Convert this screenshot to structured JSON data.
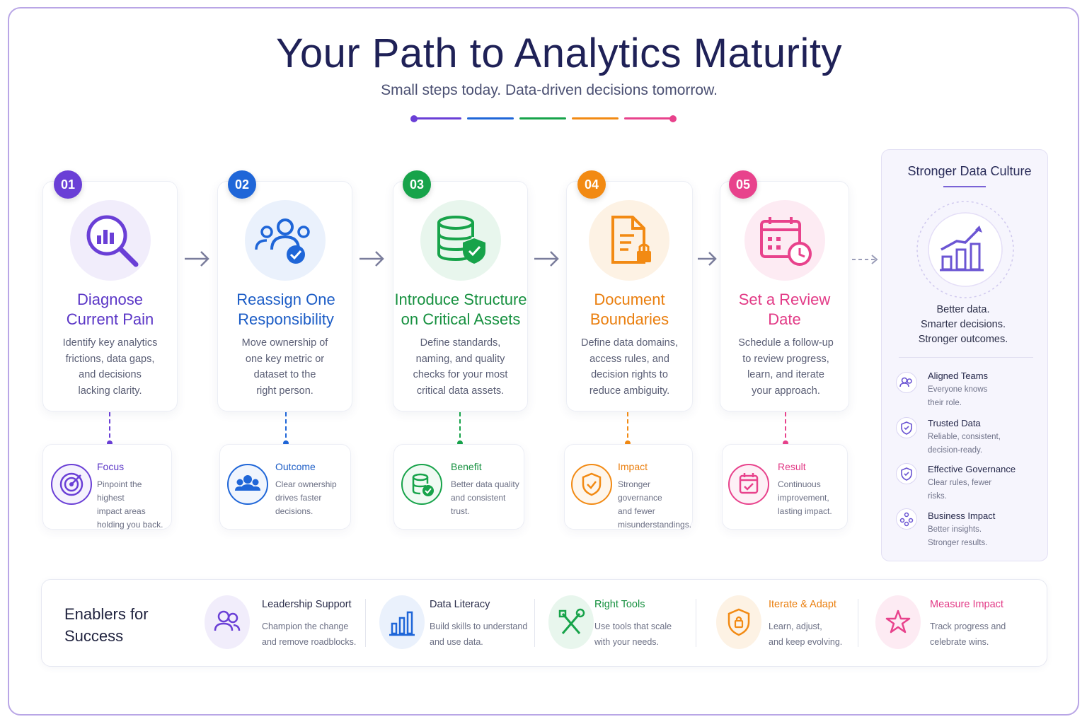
{
  "header": {
    "title": "Your Path to Analytics Maturity",
    "subtitle": "Small steps today. Data-driven decisions tomorrow."
  },
  "colors": {
    "step1": "#6a3fd6",
    "step2": "#1f66d8",
    "step3": "#17a34a",
    "step4": "#f28a13",
    "step5": "#e8428c",
    "culture": "#6b55d3"
  },
  "steps": [
    {
      "num": "01",
      "title_line1": "Diagnose",
      "title_line2": "Current Pain",
      "desc": [
        "Identify key analytics",
        "frictions, data gaps,",
        "and decisions",
        "lacking clarity."
      ],
      "icon": "magnifier-chart-icon",
      "sub": {
        "label": "Focus",
        "desc": [
          "Pinpoint the highest",
          "impact areas",
          "holding you back."
        ],
        "icon": "target-icon"
      }
    },
    {
      "num": "02",
      "title_line1": "Reassign One",
      "title_line2": "Responsibility",
      "desc": [
        "Move ownership of",
        "one key metric or",
        "dataset to the",
        "right person."
      ],
      "icon": "team-check-icon",
      "sub": {
        "label": "Outcome",
        "desc": [
          "Clear ownership",
          "drives faster",
          "decisions."
        ],
        "icon": "people-icon"
      }
    },
    {
      "num": "03",
      "title_line1": "Introduce Structure",
      "title_line2": "on Critical Assets",
      "desc": [
        "Define standards,",
        "naming, and quality",
        "checks for your most",
        "critical data assets."
      ],
      "icon": "database-shield-icon",
      "sub": {
        "label": "Benefit",
        "desc": [
          "Better data quality",
          "and consistent",
          "trust."
        ],
        "icon": "database-check-icon"
      }
    },
    {
      "num": "04",
      "title_line1": "Document",
      "title_line2": "Boundaries",
      "desc": [
        "Define data domains,",
        "access rules, and",
        "decision rights to",
        "reduce ambiguity."
      ],
      "icon": "document-lock-icon",
      "sub": {
        "label": "Impact",
        "desc": [
          "Stronger governance",
          "and fewer",
          "misunderstandings."
        ],
        "icon": "shield-check-icon"
      }
    },
    {
      "num": "05",
      "title_line1": "Set a Review",
      "title_line2": "Date",
      "desc": [
        "Schedule a follow-up",
        "to review progress,",
        "learn, and iterate",
        "your approach."
      ],
      "icon": "calendar-clock-icon",
      "sub": {
        "label": "Result",
        "desc": [
          "Continuous",
          "improvement,",
          "lasting impact."
        ],
        "icon": "calendar-check-icon"
      }
    }
  ],
  "culture": {
    "title": "Stronger Data Culture",
    "tagline": [
      "Better data.",
      "Smarter decisions.",
      "Stronger outcomes."
    ],
    "items": [
      {
        "title": "Aligned Teams",
        "desc": [
          "Everyone knows",
          "their role."
        ],
        "icon": "team-icon"
      },
      {
        "title": "Trusted Data",
        "desc": [
          "Reliable, consistent,",
          "decision-ready."
        ],
        "icon": "shield-check-icon"
      },
      {
        "title": "Effective Governance",
        "desc": [
          "Clear rules, fewer",
          "risks."
        ],
        "icon": "shield-check-icon"
      },
      {
        "title": "Business Impact",
        "desc": [
          "Better insights.",
          "Stronger results."
        ],
        "icon": "network-icon"
      }
    ]
  },
  "enablers": {
    "title_line1": "Enablers for",
    "title_line2": "Success",
    "items": [
      {
        "title": "Leadership Support",
        "desc": [
          "Champion the change",
          "and remove roadblocks."
        ],
        "icon": "people-icon",
        "color": "#6a3fd6"
      },
      {
        "title": "Data Literacy",
        "desc": [
          "Build skills to understand",
          "and use data."
        ],
        "icon": "bar-chart-icon",
        "color": "#1f66d8"
      },
      {
        "title": "Right Tools",
        "desc": [
          "Use tools that scale",
          "with your needs."
        ],
        "icon": "tools-icon",
        "color": "#17a34a"
      },
      {
        "title": "Iterate & Adapt",
        "desc": [
          "Learn, adjust,",
          "and keep evolving."
        ],
        "icon": "shield-lock-icon",
        "color": "#f28a13"
      },
      {
        "title": "Measure Impact",
        "desc": [
          "Track progress and",
          "celebrate wins."
        ],
        "icon": "star-icon",
        "color": "#e8428c"
      }
    ]
  }
}
